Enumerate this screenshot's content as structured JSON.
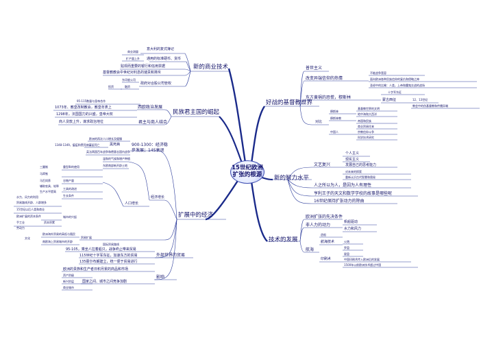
{
  "center": {
    "line1": "15世纪欧洲",
    "line2": "扩张的根源"
  },
  "branch_trade": {
    "label": "新的商业技术",
    "n1": "意大利的复式簿记",
    "n2": "商业测量",
    "n3": "扩产量上升",
    "n4": "通用的标准硬币、货币",
    "n5": "贴现而重要的银行和信用票据",
    "n6": "基督教教会中世纪对利息的谴责和排斥",
    "n7": "东印度公司",
    "n8": "投资",
    "n9": "融资",
    "n10": "政府对合股公司管权"
  },
  "branch_nation": {
    "label": "民族君主国的崛起",
    "n1": "95-115数量与皇帝合作",
    "n2": "西欧政治发展",
    "n3": "1073年、教皇改制教会，教皇年表上",
    "n4": "1298年，法国国力的兴盛，皇帝大权",
    "n5": "君主与商人结合",
    "n6": "商人贷款上升，谋求政治地位"
  },
  "branch_econ": {
    "label": "扩展中的经济",
    "top1": "欧洲的再次人口增长及缓慢",
    "top2": "1348-1349，瘟疫和黑死病蔓延死亡",
    "top3": "英法两国百年战争和德意志国内战争",
    "period": "黑死病",
    "recover1": "900-1300：经济稳",
    "recover2": "步发展；14S衰退",
    "grow1": "生长条件",
    "grow2": "人口增长",
    "grow3": "经济增长",
    "g1": "温和的气候和增产种植",
    "g2": "东欧南部新开辟土地",
    "g3": "谷物产量",
    "g4": "耕地扩展",
    "g5": "三圃制",
    "g6": "重型犁的使用",
    "g7": "马蹄铁",
    "g8": "马匹饲养",
    "g9": "辅助农具、轮犁",
    "g10": "生产水平提高",
    "g11": "水力、风力的利用",
    "g12": "工具的改进",
    "g13": "城市的兴起",
    "g14": "贸易路线开辟、人群增多",
    "g15": "15世纪以后人类和商业",
    "g16": "欧洲扩展的资本条件",
    "g17": "资本积累",
    "g18": "手工业",
    "g19": "劳动力",
    "trade1": "贸易扩展",
    "trade2": "欧洲海外贸易的高低与殖民",
    "trade3": "南欧海上贸易城市的开辟",
    "trade4": "文化",
    "trade5": "国际贸易路线",
    "w1": "95-105，乘坐人拉着船只，战争终止带来贸易",
    "w2": "115世纪十字军东征，加速东方的贸易",
    "w3": "135霍尔布朗建立，统一便于贸易进行",
    "w4": "欧洲的贵族和生产者日积月累的商品和市场",
    "worldtrade": "外部世界的贸易",
    "infl": "影响",
    "inf1": "资产阶级",
    "inf2": "人口压力",
    "inf3": "国家之间、城市之间竞争加剧",
    "inf4": "新兴阶层",
    "inf5": "商业城市"
  },
  "branch_christ": {
    "label": "好战的基督教世界",
    "k1": "普世主义",
    "k2": "改变异端信仰的热情",
    "k3": "不能战争宽容",
    "k4": "面向欧洲各种民族信仰的复仇和侵略之神",
    "k5": "圣经中的比喻：人类，上帝和魔鬼交战的战场",
    "k6": "东方黄祸的恐慌，穆斯林",
    "k7": "十字军东征",
    "k8": "蒙古西征",
    "k9": "12、13世纪",
    "k10": "教会中的伪基督教和传播异端",
    "k11": "穆斯林",
    "k12": "基督教世界的文明",
    "k13": "对比",
    "k14": "地中海和大西洋",
    "k15": "穆斯林教",
    "k16": "中国人",
    "k17": "帝国和民族",
    "k18": "商业贸易往来",
    "k19": "宗教信仰斗争",
    "k20": "科学技术研究",
    "k21": "技术创新水平",
    "k22": "复兴时代",
    "k23": "商业航道"
  },
  "branch_intel": {
    "label": "新的智力水平",
    "r1": "文艺复兴",
    "r2": "个人主义",
    "r3": "现实主义",
    "r4": "发展自己的思考能力",
    "r5": "对未来的探索",
    "r6": "重新认识古代智慧和奥秘",
    "r7": "人之所以为人，是因为人有理性",
    "r8": "亨利王子的天文和数学学校的故事是哪些呢",
    "r9": "16世纪保持扩张动力的除由"
  },
  "branch_tech": {
    "label": "技术的发展",
    "t1": "欧洲扩张的先决条件",
    "t2": "非人力的动力",
    "t3": "帆船驱动",
    "t4": "水力和风力",
    "t5": "航海",
    "t6": "造船",
    "t7": "航海技术",
    "t8": "火炮",
    "t9": "罗盘",
    "t10": "星盘",
    "t11": "印刷术",
    "t12": "中国印刷术传入欧洲后的发展",
    "t13": "1500年以前欧洲技术超过中国"
  }
}
